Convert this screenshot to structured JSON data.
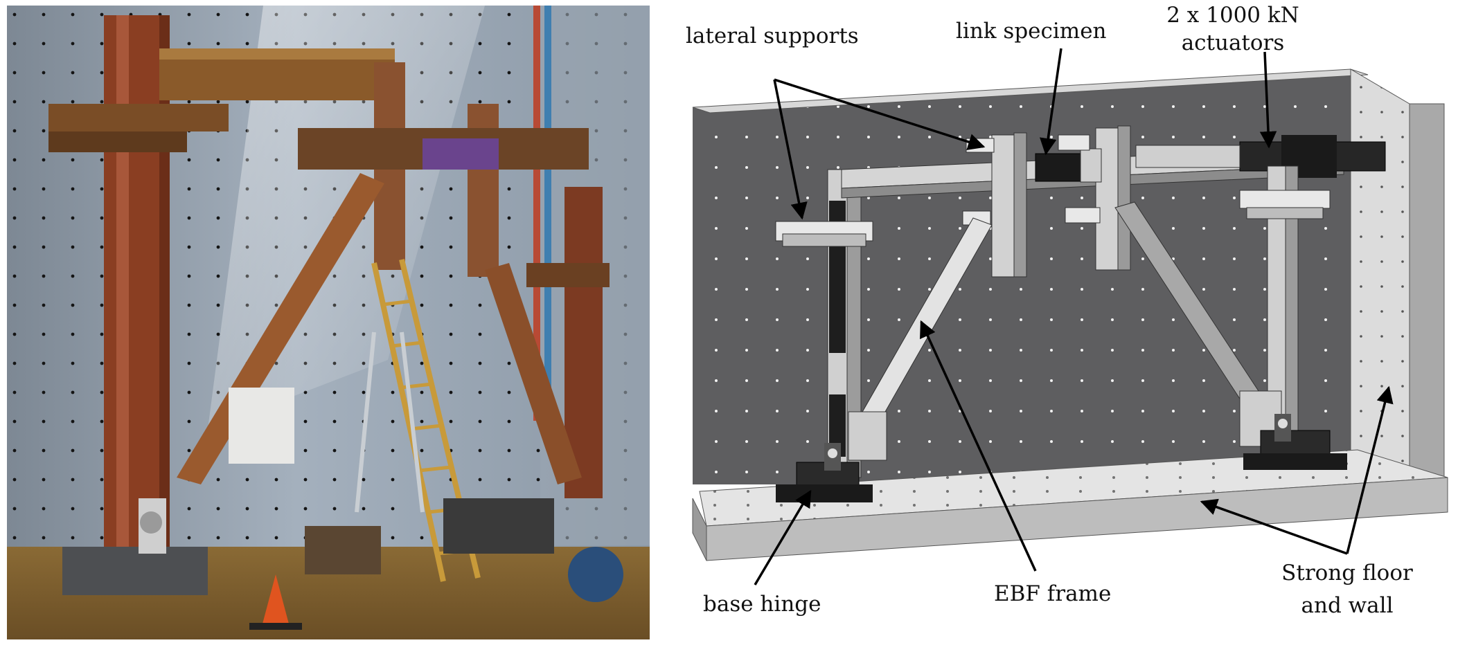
{
  "labels": {
    "lateral_supports": "lateral supports",
    "link_specimen": "link specimen",
    "actuators_line1": "2 x 1000 kN",
    "actuators_line2": "actuators",
    "base_hinge": "base hinge",
    "ebf_frame": "EBF frame",
    "strong_line1": "Strong floor",
    "strong_line2": "and wall"
  }
}
